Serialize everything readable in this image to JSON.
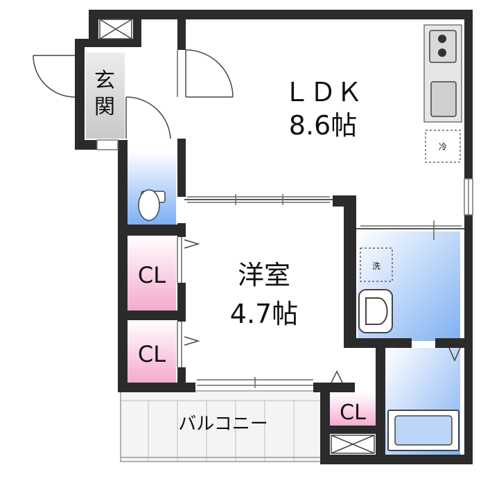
{
  "rooms": {
    "ldk": {
      "name": "ＬＤＫ",
      "size": "8.6帖"
    },
    "western": {
      "name": "洋室",
      "size": "4.7帖"
    },
    "entrance": {
      "line1": "玄",
      "line2": "関"
    },
    "balcony": {
      "name": "バルコニー"
    },
    "closet_1": {
      "name": "CL"
    },
    "closet_2": {
      "name": "CL"
    },
    "closet_3": {
      "name": "CL"
    }
  },
  "fixtures": {
    "refrigerator": {
      "label": "冷"
    },
    "washer": {
      "label": "洗"
    }
  },
  "colors": {
    "wall": "#2b2b2b",
    "floor": "#ffffff",
    "wet_area_blue": "#8fb8f5",
    "closet_pink": "#f6b3d2",
    "entrance_gray": "#dcdcdc",
    "balcony_gray": "#f2f2f2"
  }
}
